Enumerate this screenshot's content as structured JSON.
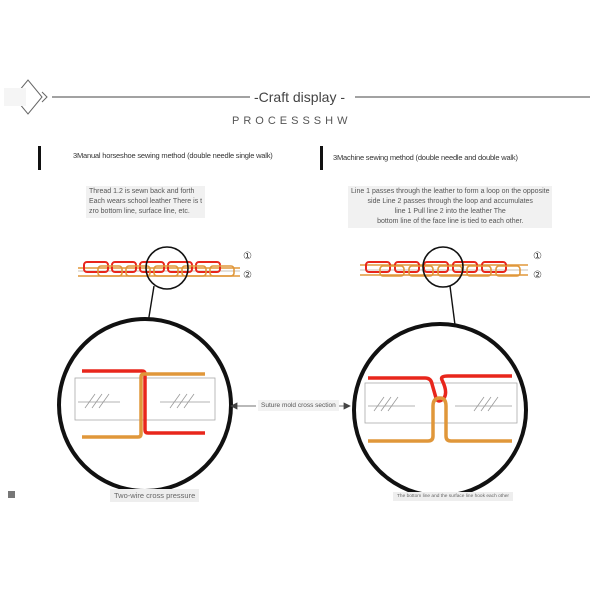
{
  "header": {
    "title": "-Craft display -",
    "subtitle": "PROCESSSHW"
  },
  "left": {
    "title": "3Manual horseshoe sewing method (double needle single walk)",
    "description": [
      "Thread 1.2 is sewn back and forth",
      "Each wears school leather There is t",
      "zro bottom line, surface line, etc."
    ],
    "thread_labels": [
      "①",
      "②"
    ],
    "caption": "Two-wire cross pressure"
  },
  "right": {
    "title": "3Machine sewing method (double needle and double walk)",
    "description": [
      "Line 1 passes through the leather to form a loop on the opposite",
      "side Line 2 passes through the loop and accumulates",
      "line 1 Pull line 2 into the leather The",
      "bottom line of the face line is tied to each other."
    ],
    "thread_labels": [
      "①",
      "②"
    ],
    "caption": "The bottom line and the surface line hook each other"
  },
  "center_label": "Suture mold cross section",
  "colors": {
    "red": "#e8261c",
    "orange": "#e0973a",
    "black": "#111111",
    "hatch": "#9a9a9a"
  }
}
